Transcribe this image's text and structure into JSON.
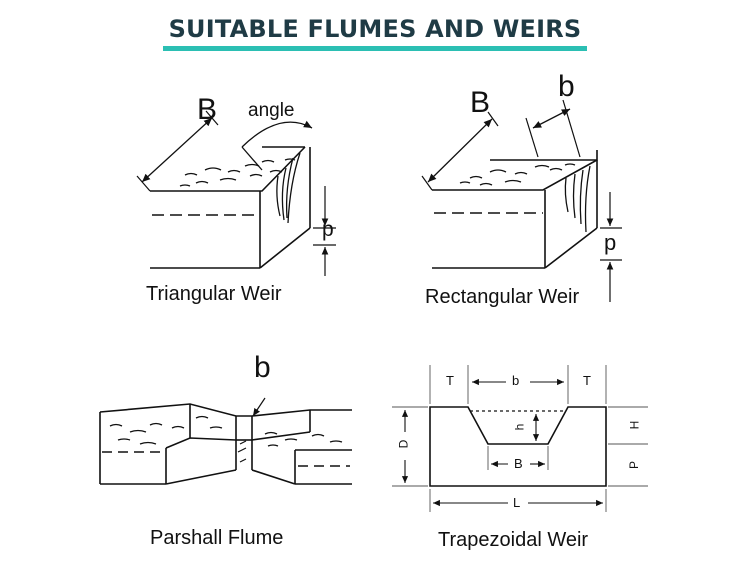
{
  "title": "SUITABLE FLUMES AND WEIRS",
  "colors": {
    "title_text": "#1f3b45",
    "title_underline": "#2bbfb3",
    "line": "#111111"
  },
  "figures": {
    "triangular": {
      "caption": "Triangular Weir",
      "labels": {
        "B": "B",
        "angle": "angle",
        "p": "p"
      }
    },
    "rectangular": {
      "caption": "Rectangular Weir",
      "labels": {
        "B": "B",
        "b": "b",
        "p": "p"
      }
    },
    "parshall": {
      "caption": "Parshall Flume",
      "labels": {
        "b": "b"
      }
    },
    "trapezoidal": {
      "caption": "Trapezoidal Weir",
      "labels": {
        "T_left": "T",
        "b": "b",
        "T_right": "T",
        "D": "D",
        "h": "h",
        "B": "B",
        "H": "H",
        "P": "P",
        "L": "L"
      }
    }
  }
}
